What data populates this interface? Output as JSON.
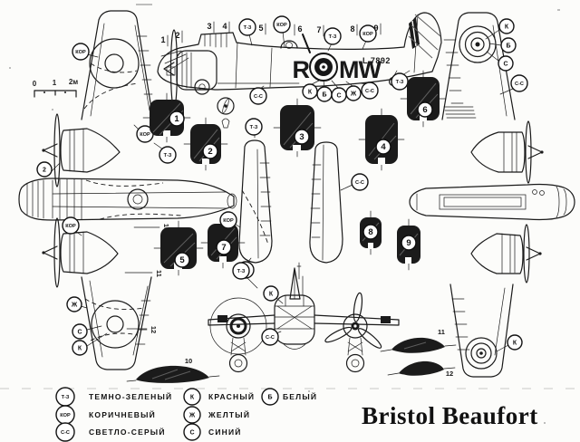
{
  "title": "Bristol Beaufort",
  "scale_bar": {
    "ticks": [
      "0",
      "1",
      "2м"
    ]
  },
  "aircraft_markings": {
    "squadron_letter": "R",
    "code_letters": "MW",
    "serial": "L 7892"
  },
  "callout_numbers": [
    "1",
    "2",
    "3",
    "4",
    "5",
    "6",
    "7",
    "8",
    "9",
    "10",
    "11",
    "12"
  ],
  "color_codes": {
    "dark_green": {
      "code": "Т-З",
      "label": "ТЕМНО-ЗЕЛЕНЫЙ"
    },
    "brown": {
      "code": "КОР",
      "label": "КОРИЧНЕВЫЙ"
    },
    "light_grey": {
      "code": "С-С",
      "label": "СВЕТЛО-СЕРЫЙ"
    },
    "red": {
      "code": "К",
      "label": "КРАСНЫЙ"
    },
    "white": {
      "code": "Б",
      "label": "БЕЛЫЙ"
    },
    "yellow": {
      "code": "Ж",
      "label": "ЖЕЛТЫЙ"
    },
    "blue": {
      "code": "С",
      "label": "СИНИЙ"
    }
  },
  "colors": {
    "ink": "#1a1a1a",
    "paper": "#fcfcfa",
    "patch": "#1b1b1b"
  }
}
